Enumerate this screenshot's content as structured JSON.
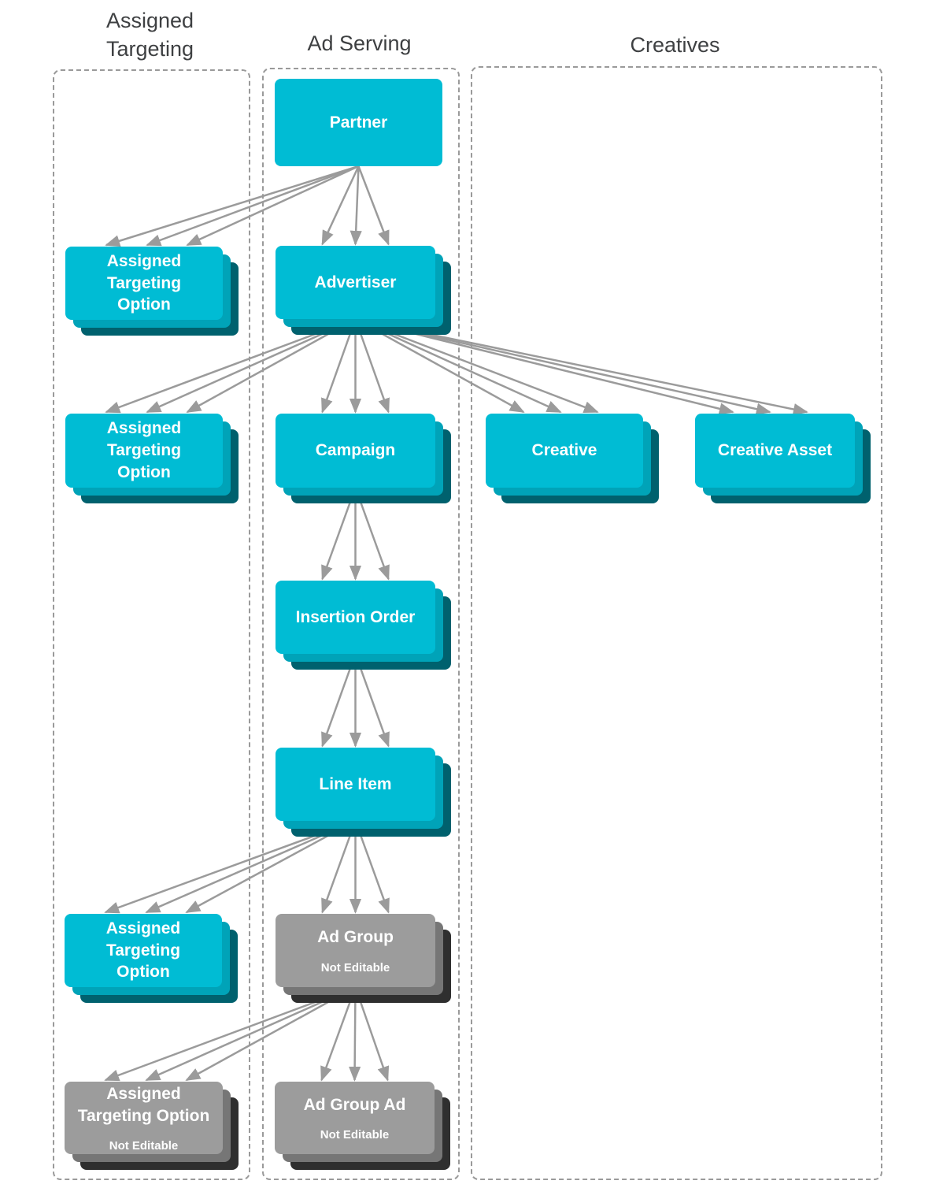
{
  "diagram": {
    "columns": [
      {
        "id": "assigned-targeting",
        "title": "Assigned\nTargeting"
      },
      {
        "id": "ad-serving",
        "title": "Ad Serving"
      },
      {
        "id": "creatives",
        "title": "Creatives"
      }
    ],
    "nodes": {
      "partner": {
        "label": "Partner"
      },
      "ato_partner": {
        "label": "Assigned\nTargeting\nOption"
      },
      "advertiser": {
        "label": "Advertiser"
      },
      "ato_advertiser": {
        "label": "Assigned\nTargeting\nOption"
      },
      "campaign": {
        "label": "Campaign"
      },
      "creative": {
        "label": "Creative"
      },
      "creative_asset": {
        "label": "Creative Asset"
      },
      "insertion_order": {
        "label": "Insertion Order"
      },
      "line_item": {
        "label": "Line Item"
      },
      "ato_line_item": {
        "label": "Assigned\nTargeting\nOption"
      },
      "ad_group": {
        "label": "Ad Group",
        "sublabel": "Not Editable"
      },
      "ato_ad_group": {
        "label": "Assigned\nTargeting Option",
        "sublabel": "Not Editable"
      },
      "ad_group_ad": {
        "label": "Ad Group Ad",
        "sublabel": "Not Editable"
      }
    },
    "edges": [
      {
        "from": "partner",
        "to": "ato_partner"
      },
      {
        "from": "partner",
        "to": "advertiser"
      },
      {
        "from": "advertiser",
        "to": "ato_advertiser"
      },
      {
        "from": "advertiser",
        "to": "campaign"
      },
      {
        "from": "advertiser",
        "to": "creative"
      },
      {
        "from": "advertiser",
        "to": "creative_asset"
      },
      {
        "from": "campaign",
        "to": "insertion_order"
      },
      {
        "from": "insertion_order",
        "to": "line_item"
      },
      {
        "from": "line_item",
        "to": "ato_line_item"
      },
      {
        "from": "line_item",
        "to": "ad_group"
      },
      {
        "from": "ad_group",
        "to": "ato_ad_group"
      },
      {
        "from": "ad_group",
        "to": "ad_group_ad"
      }
    ],
    "colors": {
      "editable": "#00bcd4",
      "not_editable": "#9c9c9c",
      "arrow": "#9b9b9b"
    }
  }
}
